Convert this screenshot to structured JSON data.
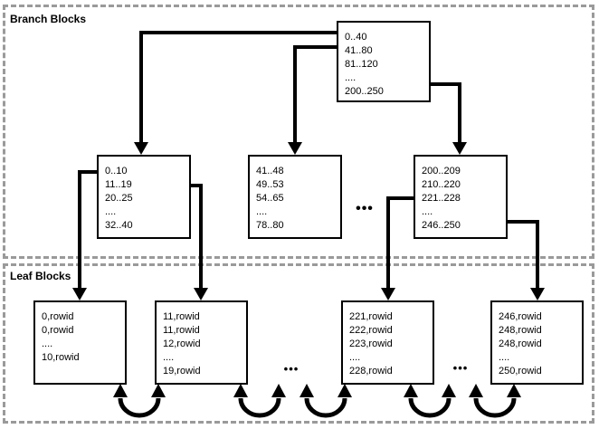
{
  "regions": {
    "branch": {
      "label": "Branch Blocks"
    },
    "leaf": {
      "label": "Leaf Blocks"
    }
  },
  "nodes": {
    "root": {
      "entries": [
        "0..40",
        "41..80",
        "81..120",
        "....",
        "200..250"
      ]
    },
    "branch_left": {
      "entries": [
        "0..10",
        "11..19",
        "20..25",
        "....",
        "32..40"
      ]
    },
    "branch_middle": {
      "entries": [
        "41..48",
        "49..53",
        "54..65",
        "....",
        "78..80"
      ]
    },
    "branch_right": {
      "entries": [
        "200..209",
        "210..220",
        "221..228",
        "....",
        "246..250"
      ]
    },
    "leaf_1": {
      "entries": [
        "0,rowid",
        "0,rowid",
        "....",
        "10,rowid"
      ]
    },
    "leaf_2": {
      "entries": [
        "11,rowid",
        "11,rowid",
        "12,rowid",
        "....",
        "19,rowid"
      ]
    },
    "leaf_3": {
      "entries": [
        "221,rowid",
        "222,rowid",
        "223,rowid",
        "....",
        "228,rowid"
      ]
    },
    "leaf_4": {
      "entries": [
        "246,rowid",
        "248,rowid",
        "248,rowid",
        "....",
        "250,rowid"
      ]
    }
  },
  "ellipsis": {
    "branch_row": "•••",
    "leaf_row_left": "•••",
    "leaf_row_right": "•••"
  },
  "colors": {
    "background": "#ffffff",
    "text": "#000000",
    "box_border": "#000000",
    "connector": "#000000",
    "dashed_border": "#9a9a9a"
  }
}
